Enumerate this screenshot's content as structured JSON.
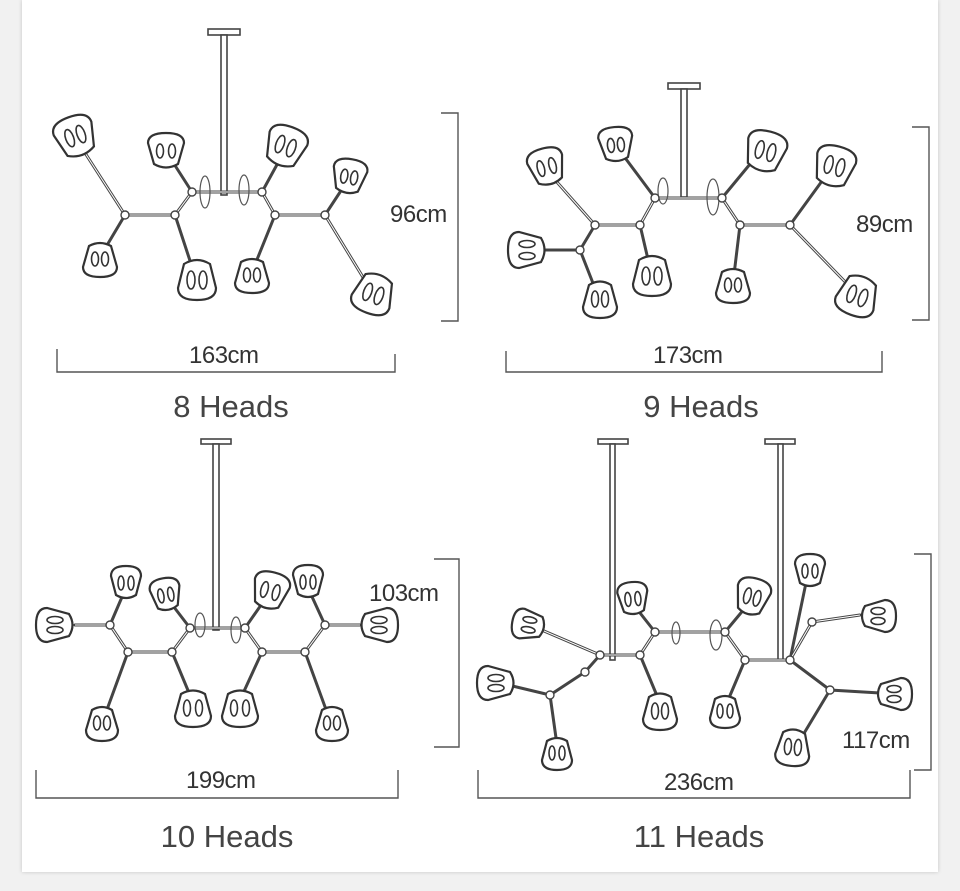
{
  "variants": [
    {
      "caption": "8 Heads",
      "width_label": "163cm",
      "height_label": "96cm"
    },
    {
      "caption": "9 Heads",
      "width_label": "173cm",
      "height_label": "89cm"
    },
    {
      "caption": "10 Heads",
      "width_label": "199cm",
      "height_label": "103cm"
    },
    {
      "caption": "11 Heads",
      "width_label": "236cm",
      "height_label": "117cm"
    }
  ]
}
